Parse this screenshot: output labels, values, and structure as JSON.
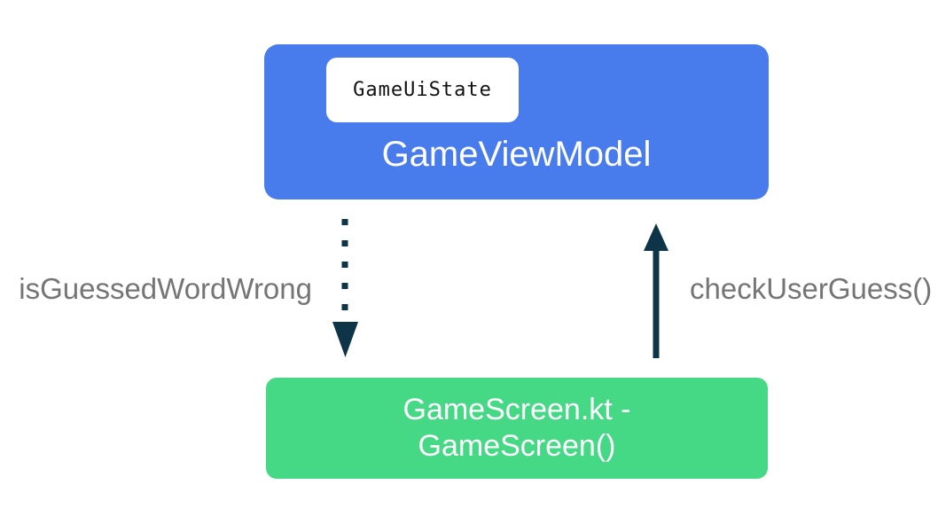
{
  "colors": {
    "viewmodel_box": "#487CEC",
    "screen_box": "#45D985",
    "chip_bg": "#FFFFFF",
    "chip_text": "#111111",
    "box_text": "#FFFFFF",
    "arrow": "#0E3447",
    "label_text": "#757575",
    "background": "#FFFFFF"
  },
  "viewmodel_box": {
    "title": "GameViewModel",
    "chip": "GameUiState"
  },
  "screen_box": {
    "title_line1": "GameScreen.kt -",
    "title_line2": "GameScreen()"
  },
  "edges": {
    "state_down": {
      "label": "isGuessedWordWrong",
      "style": "dotted"
    },
    "event_up": {
      "label": "checkUserGuess()",
      "style": "solid"
    }
  }
}
